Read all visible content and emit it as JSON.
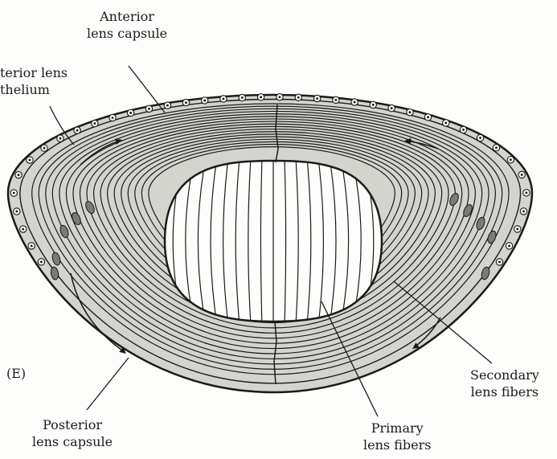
{
  "labels": {
    "anterior_capsule": {
      "line1": "Anterior",
      "line2": "lens capsule"
    },
    "anterior_epithelium": {
      "line1": "terior lens",
      "line2": "thelium"
    },
    "panel_letter": "(E)",
    "posterior_capsule": {
      "line1": "Posterior",
      "line2": "lens capsule"
    },
    "primary_fibers": {
      "line1": "Primary",
      "line2": "lens fibers"
    },
    "secondary_fibers": {
      "line1": "Secondary",
      "line2": "lens fibers"
    }
  },
  "colors": {
    "ink": "#1a1a1a",
    "shading": "#d4d4cf",
    "paper": "#fdfdfb"
  }
}
